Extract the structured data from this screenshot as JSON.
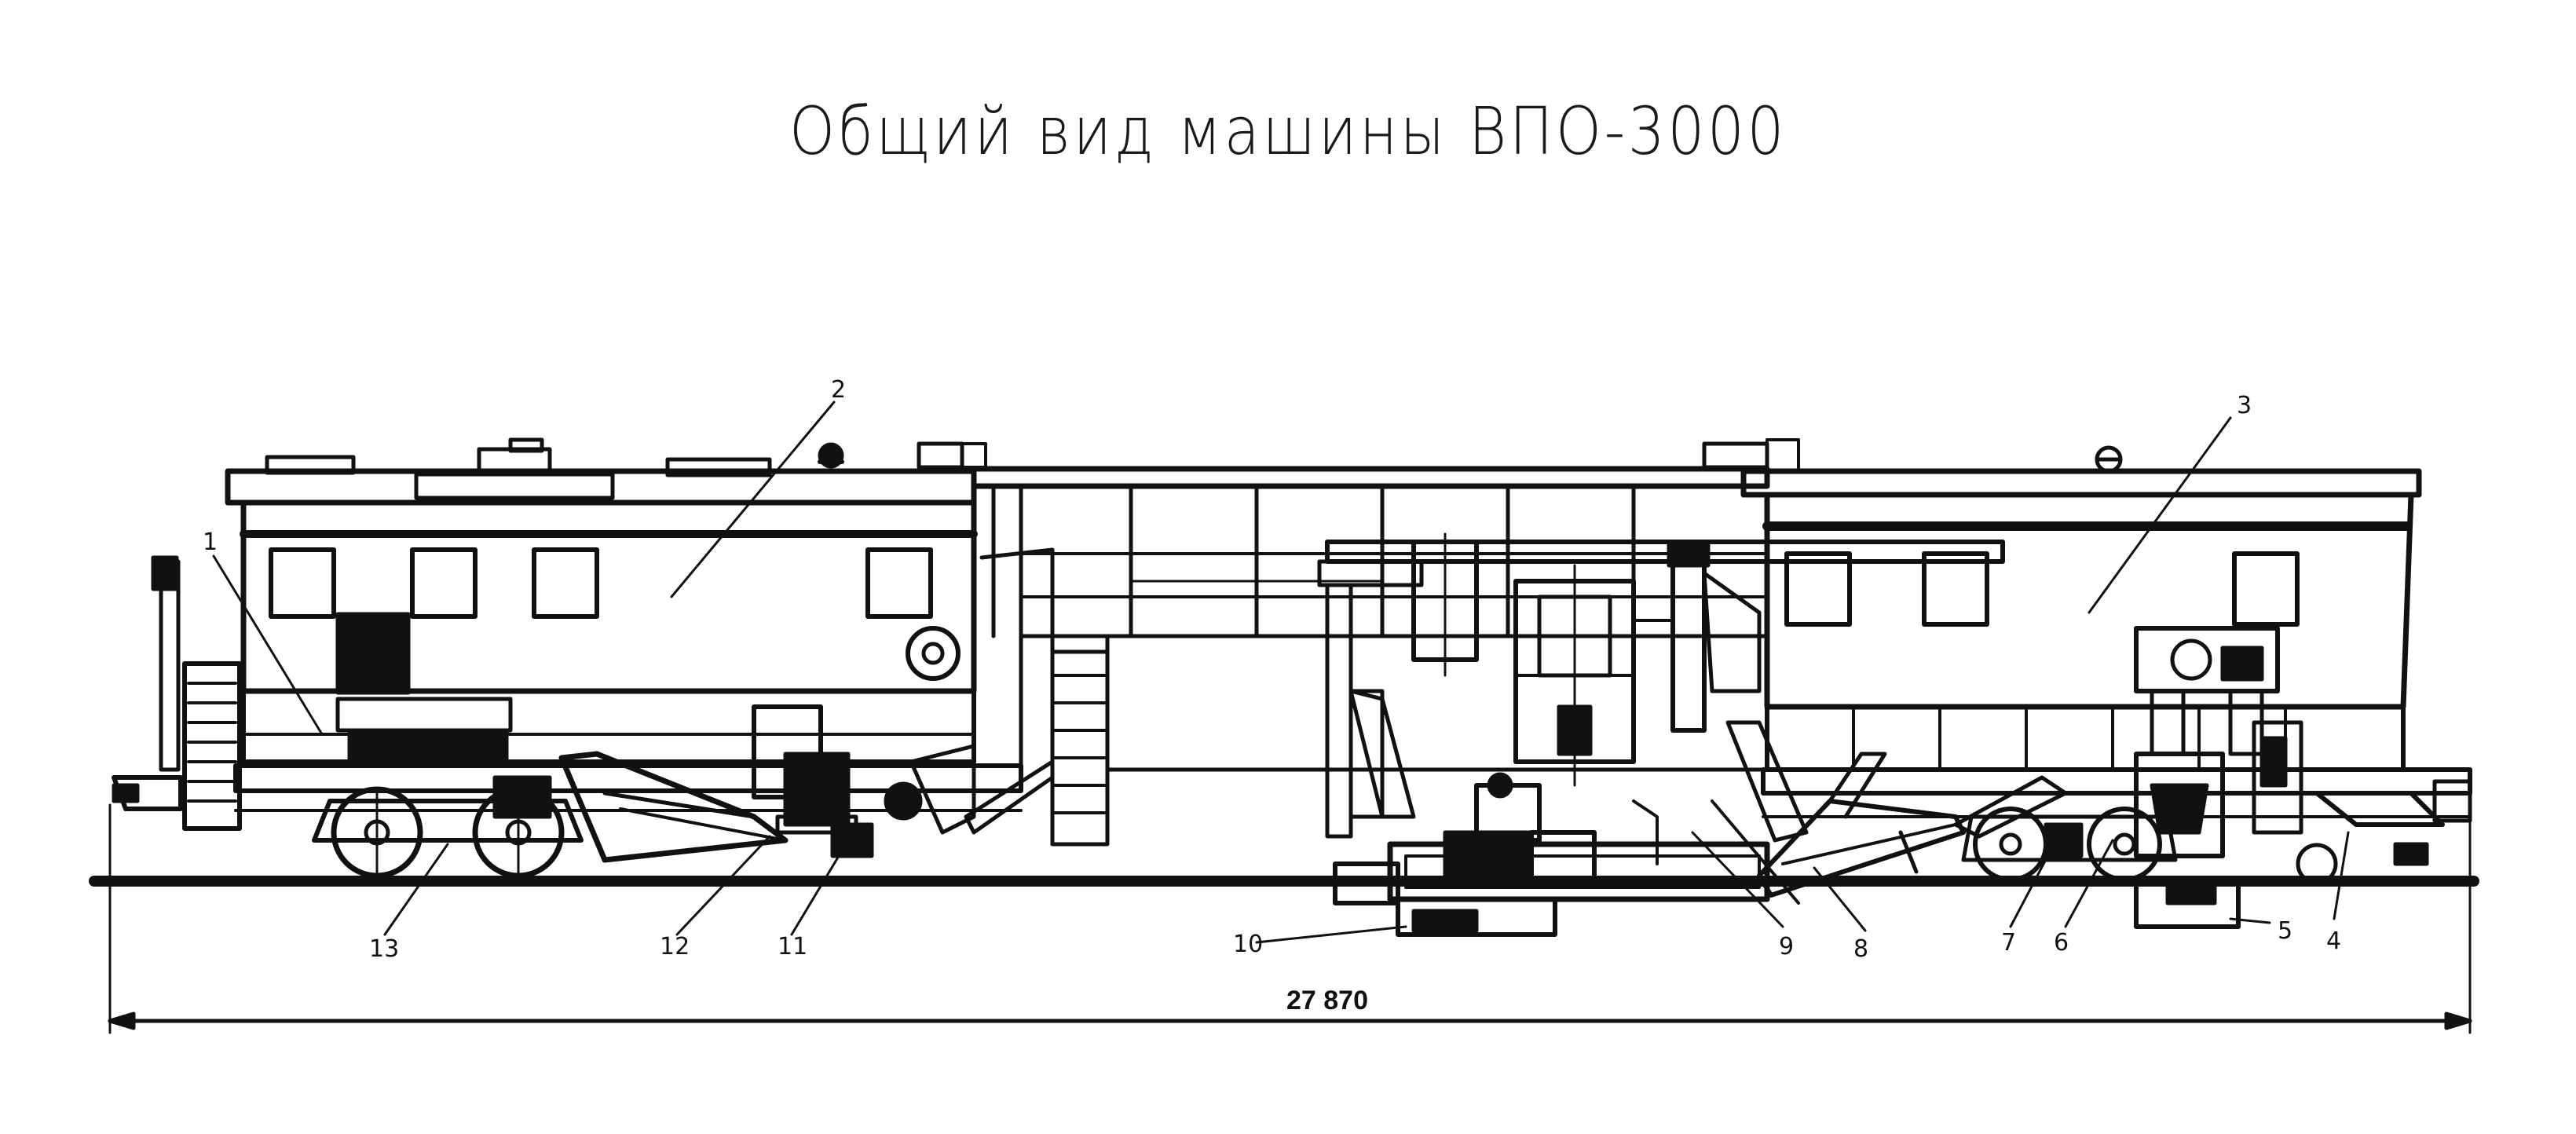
{
  "title": "Общий вид машины ВПО-3000",
  "dimension": "27 870",
  "callouts": [
    "1",
    "2",
    "3",
    "4",
    "5",
    "6",
    "7",
    "8",
    "9",
    "10",
    "11",
    "12",
    "13"
  ],
  "colors": {
    "ink": "#111111",
    "paper": "#ffffff"
  }
}
